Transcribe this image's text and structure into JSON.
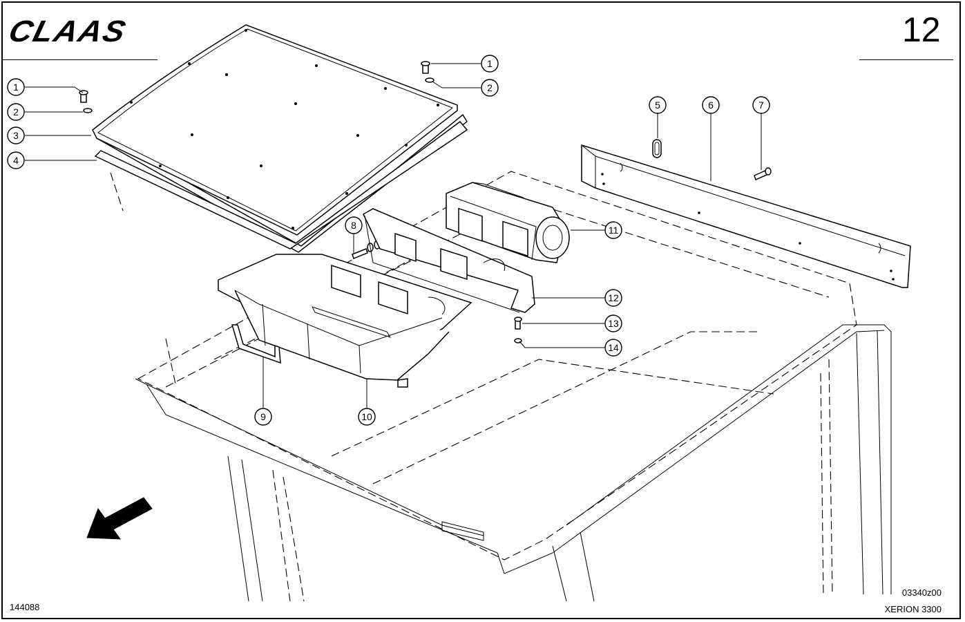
{
  "header": {
    "brand": "CLAAS",
    "page_number": "12"
  },
  "footer": {
    "drawing_number": "144088",
    "figure_code": "03340z00",
    "model": "XERION 3300"
  },
  "callouts": [
    "1",
    "2",
    "3",
    "4",
    "1",
    "2",
    "5",
    "6",
    "7",
    "8",
    "11",
    "12",
    "13",
    "14",
    "9",
    "10"
  ],
  "icons": {
    "direction": "arrow-down-left-icon"
  }
}
